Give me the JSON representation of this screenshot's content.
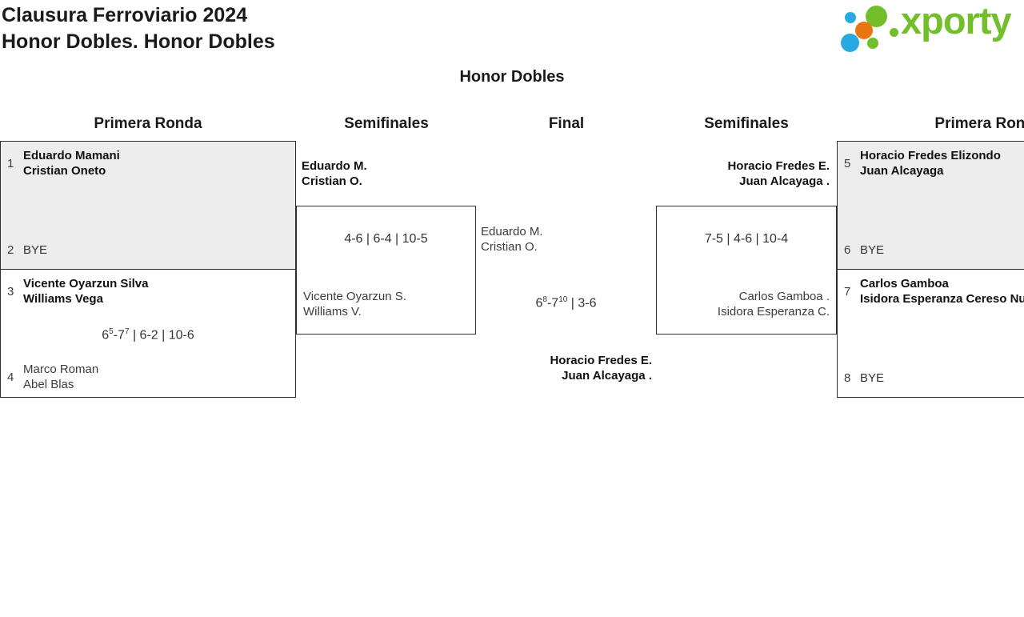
{
  "header": {
    "title_line1": "Clausura Ferroviario 2024",
    "title_line2": "Honor Dobles. Honor Dobles"
  },
  "logo": {
    "text": "xporty",
    "colors": {
      "green": "#72bf2b",
      "blue": "#29a9e1",
      "orange": "#e87511"
    }
  },
  "section_title": "Honor Dobles",
  "round_headers": [
    "Primera Ronda",
    "Semifinales",
    "Final",
    "Semifinales",
    "Primera Ronda"
  ],
  "bracket": {
    "r1_left": {
      "match_top": {
        "seed_a": "1",
        "team_a_line1": "Eduardo Mamani",
        "team_a_line2": "Cristian Oneto",
        "seed_b": "2",
        "team_b": "BYE"
      },
      "match_bottom": {
        "seed_a": "3",
        "team_a_line1": "Vicente Oyarzun Silva",
        "team_a_line2": "Williams Vega",
        "score_parts": [
          "6",
          "5",
          "-7",
          "7",
          " | 6-2 | 10-6"
        ],
        "seed_b": "4",
        "team_b_line1": "Marco Roman",
        "team_b_line2": "Abel Blas"
      }
    },
    "sf_left": {
      "winner_line1": "Eduardo M.",
      "winner_line2": "Cristian O.",
      "score": "4-6 | 6-4 | 10-5",
      "loser_line1": "Vicente Oyarzun S.",
      "loser_line2": "Williams V."
    },
    "final": {
      "finalist_line1": "Eduardo M.",
      "finalist_line2": "Cristian O.",
      "score_parts": [
        "6",
        "8",
        "-7",
        "10",
        " | 3-6"
      ],
      "champion_line1": "Horacio Fredes E.",
      "champion_line2": "Juan Alcayaga ."
    },
    "sf_right": {
      "winner_line1": "Horacio Fredes E.",
      "winner_line2": "Juan Alcayaga .",
      "score": "7-5 | 4-6 | 10-4",
      "loser_line1": "Carlos Gamboa .",
      "loser_line2": "Isidora Esperanza C."
    },
    "r1_right": {
      "match_top": {
        "seed_a": "5",
        "team_a_line1": "Horacio Fredes Elizondo",
        "team_a_line2": "Juan Alcayaga",
        "seed_b": "6",
        "team_b": "BYE"
      },
      "match_bottom": {
        "seed_a": "7",
        "team_a_line1": "Carlos Gamboa",
        "team_a_line2": "Isidora Esperanza Cereso Nu",
        "seed_b": "8",
        "team_b": "BYE"
      }
    }
  },
  "colors": {
    "box_fill_gray": "#ededed",
    "box_border": "#2f2f2f"
  }
}
